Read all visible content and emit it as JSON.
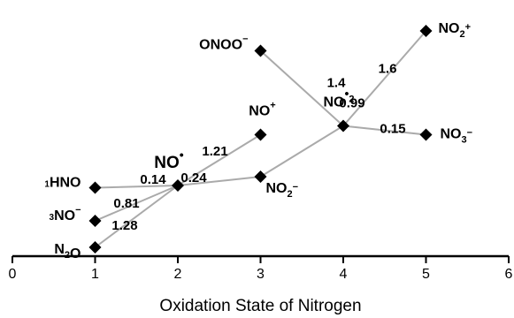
{
  "chart_data": {
    "type": "scatter",
    "title": "",
    "xlabel": "Oxidation State of Nitrogen",
    "ylabel": "",
    "xlim": [
      0,
      6
    ],
    "xticks": [
      "0",
      "1",
      "2",
      "3",
      "4",
      "5",
      "6"
    ],
    "grid": false,
    "points": [
      {
        "id": "hno",
        "species": "HNO",
        "prefix": "1",
        "x": 1,
        "level": 0.38,
        "label_side": "left"
      },
      {
        "id": "no_minus",
        "species": "NO",
        "prefix": "3",
        "charge": "−",
        "x": 1,
        "level": 0.23,
        "label_side": "left"
      },
      {
        "id": "n2o",
        "species": "N",
        "sub": "2",
        "tail": "O",
        "x": 1,
        "level": 0.11,
        "label_side": "left"
      },
      {
        "id": "no",
        "species": "NO",
        "dot": "•",
        "x": 2,
        "level": 0.39,
        "label_side": "above-left"
      },
      {
        "id": "no_plus",
        "species": "NO",
        "charge": "+",
        "x": 3,
        "level": 0.62,
        "label_side": "above"
      },
      {
        "id": "no2_minus",
        "species": "NO",
        "sub": "2",
        "charge": "−",
        "x": 3,
        "level": 0.43,
        "label_side": "below-right"
      },
      {
        "id": "onoo",
        "species": "ONOO",
        "charge": "−",
        "x": 3,
        "level": 1.0,
        "label_side": "left"
      },
      {
        "id": "no2",
        "species": "NO",
        "sub": "2",
        "dot": "•",
        "x": 4,
        "level": 0.66,
        "label_side": "above"
      },
      {
        "id": "no2_plus",
        "species": "NO",
        "sub": "2",
        "charge": "+",
        "x": 5,
        "level": 1.09,
        "label_side": "right"
      },
      {
        "id": "no3_minus",
        "species": "NO",
        "sub": "3",
        "charge": "−",
        "x": 5,
        "level": 0.62,
        "label_side": "right"
      }
    ],
    "connections": [
      {
        "from": "hno",
        "to": "no",
        "value": "0.14"
      },
      {
        "from": "no_minus",
        "to": "no",
        "value": "0.81"
      },
      {
        "from": "n2o",
        "to": "no",
        "value": "1.28"
      },
      {
        "from": "no",
        "to": "no_plus",
        "value": "1.21"
      },
      {
        "from": "no",
        "to": "no2_minus",
        "value": "0.24"
      },
      {
        "from": "no2_minus",
        "to": "no2",
        "value": "0.99"
      },
      {
        "from": "onoo",
        "to": "no2",
        "value": "1.4"
      },
      {
        "from": "no2",
        "to": "no2_plus",
        "value": "1.6"
      },
      {
        "from": "no2",
        "to": "no3_minus",
        "value": "0.15"
      }
    ]
  }
}
